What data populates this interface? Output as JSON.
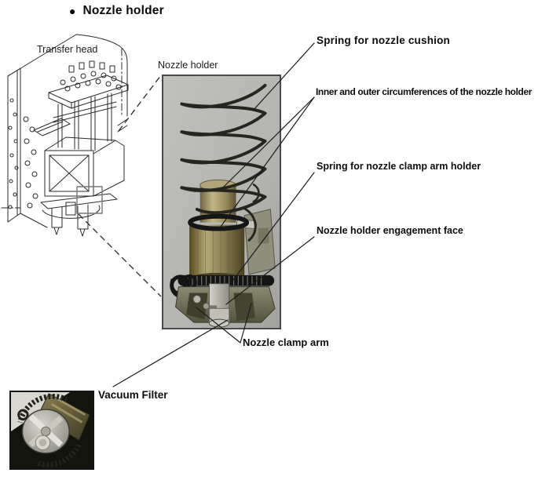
{
  "header": {
    "bullet": "●",
    "title": "Nozzle holder"
  },
  "diagram": {
    "transfer_head_caption": "Transfer head",
    "nozzle_holder_caption": "Nozzle holder",
    "callouts": [
      {
        "id": "spring-nozzle-cushion",
        "label": "Spring for nozzle cushion"
      },
      {
        "id": "inner-outer-circumferences",
        "label": "Inner and outer circumferences of the nozzle holder"
      },
      {
        "id": "spring-nozzle-clamp-arm-holder",
        "label": "Spring for nozzle clamp arm holder"
      },
      {
        "id": "nozzle-holder-engagement-face",
        "label": "Nozzle holder engagement face"
      },
      {
        "id": "nozzle-clamp-arm",
        "label": "Nozzle clamp arm"
      },
      {
        "id": "vacuum-filter",
        "label": "Vacuum Filter"
      }
    ],
    "colors": {
      "leader_line": "#1c1c1c",
      "line_art": "#2b2b2b",
      "photo_background": "#b7b7b3",
      "photo_border": "#4a4a4a",
      "brass": "#a89a68",
      "spring_wire": "#26261f",
      "filter_background": "#14140e"
    }
  }
}
